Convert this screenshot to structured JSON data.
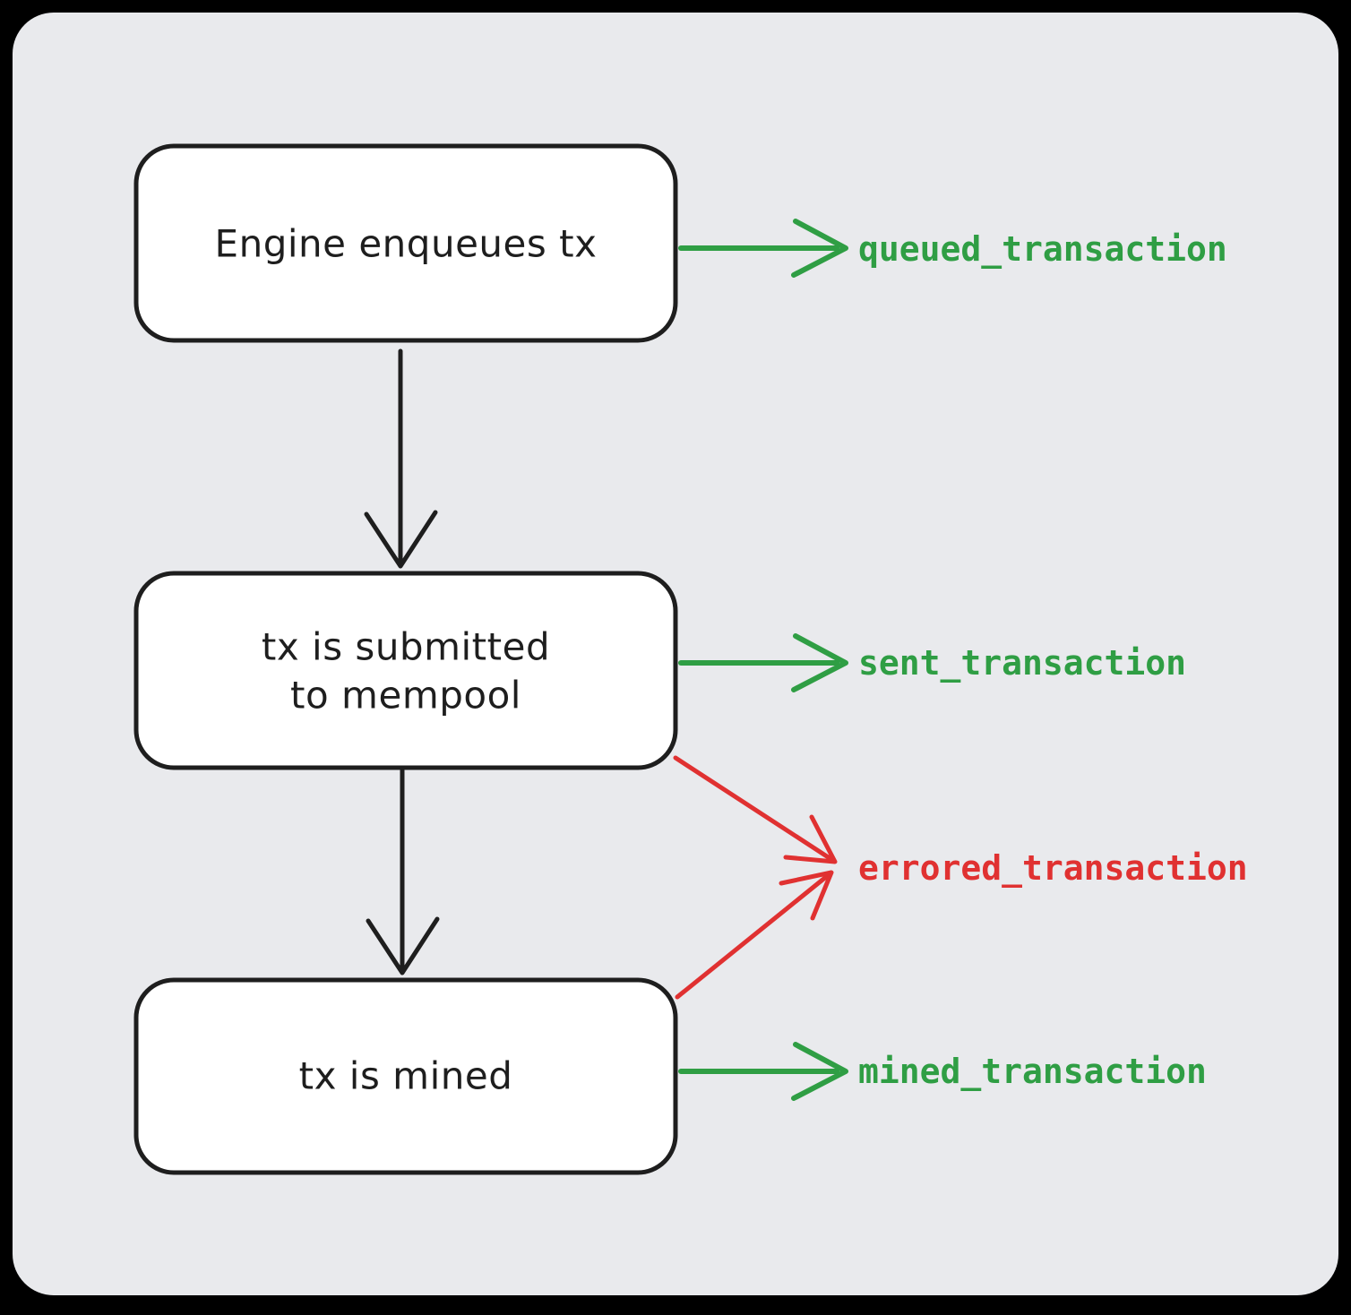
{
  "colors": {
    "page_background": "#000000",
    "canvas_background": "#e9eaed",
    "node_fill": "#ffffff",
    "ink": "#1e1e1e",
    "green": "#2f9e44",
    "red": "#e03131"
  },
  "nodes": [
    {
      "id": "engine-enqueues-tx",
      "label": "Engine enqueues tx"
    },
    {
      "id": "tx-submitted-to-mempool",
      "label_line1": "tx is submitted",
      "label_line2": "to mempool"
    },
    {
      "id": "tx-is-mined",
      "label": "tx is mined"
    }
  ],
  "event_labels": [
    {
      "id": "queued",
      "label": "queued_transaction",
      "color": "#2f9e44"
    },
    {
      "id": "sent",
      "label": "sent_transaction",
      "color": "#2f9e44"
    },
    {
      "id": "errored",
      "label": "errored_transaction",
      "color": "#e03131"
    },
    {
      "id": "mined",
      "label": "mined_transaction",
      "color": "#2f9e44"
    }
  ]
}
